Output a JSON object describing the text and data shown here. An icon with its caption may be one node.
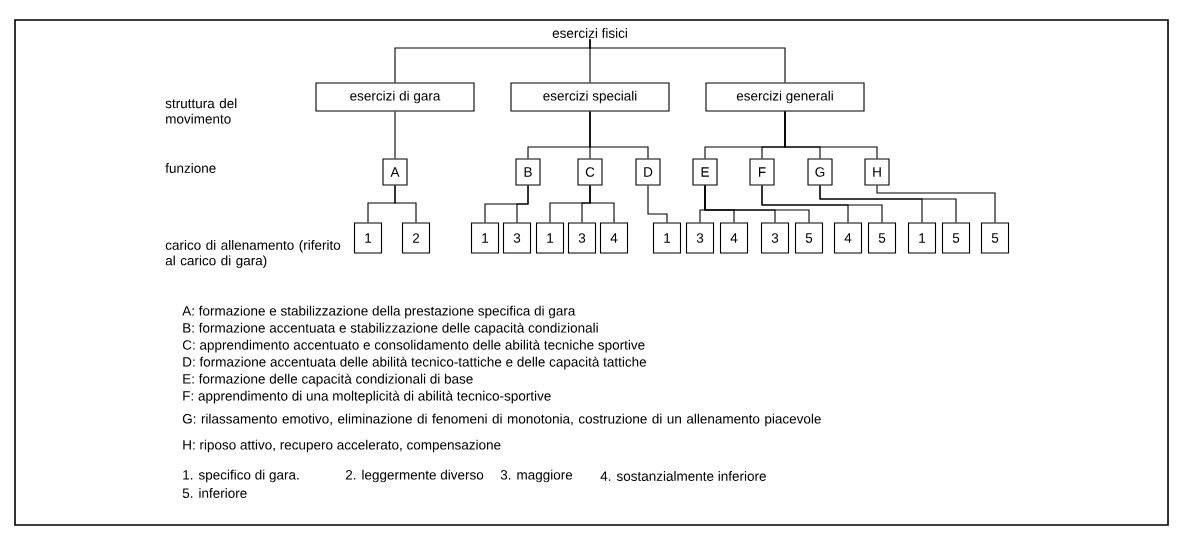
{
  "diagram": {
    "nodes": [
      {
        "text": [
          "esercizi fisici"
        ]
      },
      {
        "text": [
          "esercizi di gara"
        ]
      },
      {
        "text": [
          "esercizi speciali"
        ]
      },
      {
        "text": [
          "esercizi generali"
        ]
      },
      {
        "text": [
          "A"
        ]
      },
      {
        "text": [
          "B"
        ]
      },
      {
        "text": [
          "C"
        ]
      },
      {
        "text": [
          "D"
        ]
      },
      {
        "text": [
          "E"
        ]
      },
      {
        "text": [
          "F"
        ]
      },
      {
        "text": [
          "G"
        ]
      },
      {
        "text": [
          "H"
        ]
      },
      {
        "text": [
          "1"
        ]
      },
      {
        "text": [
          "2"
        ]
      },
      {
        "text": [
          "1"
        ]
      },
      {
        "text": [
          "3"
        ]
      },
      {
        "text": [
          "1"
        ]
      },
      {
        "text": [
          "3"
        ]
      },
      {
        "text": [
          "4"
        ]
      },
      {
        "text": [
          "1"
        ]
      },
      {
        "text": [
          "3"
        ]
      },
      {
        "text": [
          "4"
        ]
      },
      {
        "text": [
          "3"
        ]
      },
      {
        "text": [
          "5"
        ]
      },
      {
        "text": [
          "4"
        ]
      },
      {
        "text": [
          "5"
        ]
      },
      {
        "text": [
          "1"
        ]
      },
      {
        "text": [
          "5"
        ]
      },
      {
        "text": [
          "5"
        ]
      }
    ],
    "edges": [
      {
        "from": 0,
        "to": 1,
        "arrow": "none"
      },
      {
        "from": 0,
        "to": 2,
        "arrow": "none"
      },
      {
        "from": 0,
        "to": 3,
        "arrow": "none"
      },
      {
        "from": 1,
        "to": 4,
        "arrow": "none"
      },
      {
        "from": 2,
        "to": 5,
        "arrow": "none"
      },
      {
        "from": 2,
        "to": 6,
        "arrow": "none"
      },
      {
        "from": 2,
        "to": 7,
        "arrow": "none"
      },
      {
        "from": 3,
        "to": 8,
        "arrow": "none"
      },
      {
        "from": 3,
        "to": 9,
        "arrow": "none"
      },
      {
        "from": 3,
        "to": 10,
        "arrow": "none"
      },
      {
        "from": 3,
        "to": 11,
        "arrow": "none"
      },
      {
        "from": 4,
        "to": 12,
        "arrow": "none"
      },
      {
        "from": 4,
        "to": 13,
        "arrow": "none"
      },
      {
        "from": 5,
        "to": 14,
        "arrow": "none"
      },
      {
        "from": 5,
        "to": 15,
        "arrow": "none"
      },
      {
        "from": 6,
        "to": 16,
        "arrow": "none"
      },
      {
        "from": 6,
        "to": 17,
        "arrow": "none"
      },
      {
        "from": 6,
        "to": 18,
        "arrow": "none"
      },
      {
        "from": 7,
        "to": 19,
        "arrow": "none"
      },
      {
        "from": 8,
        "to": 20,
        "arrow": "none"
      },
      {
        "from": 8,
        "to": 21,
        "arrow": "none"
      },
      {
        "from": 8,
        "to": 22,
        "arrow": "none"
      },
      {
        "from": 8,
        "to": 23,
        "arrow": "none"
      },
      {
        "from": 9,
        "to": 24,
        "arrow": "none"
      },
      {
        "from": 9,
        "to": 25,
        "arrow": "none"
      },
      {
        "from": 10,
        "to": 26,
        "arrow": "none"
      },
      {
        "from": 10,
        "to": 27,
        "arrow": "none"
      },
      {
        "from": 11,
        "to": 28,
        "arrow": "none"
      }
    ],
    "labels": [
      "struttura del movimento",
      "funzione",
      "carico di allenamento (riferito al carico di gara)",
      "A: formazione e stabilizzazione della prestazione specifica di gara",
      "B: formazione accentuata e stabilizzazione delle capacità condizionali",
      "C: apprendimento accentuato e consolidamento delle abilità tecniche sportive",
      "D: formazione accentuata delle abilità tecnico-tattiche e delle capacità tattiche",
      "E: formazione delle capacità condizionali di base",
      "F: apprendimento di una molteplicità di abilità tecnico-sportive",
      "G: rilassamento emotivo, eliminazione di fenomeni di monotonia, costruzione di un allenamento piacevole",
      "H: riposo attivo, recupero accelerato, compensazione",
      "1. specifico di gara.",
      "2. leggermente diverso",
      "3. maggiore",
      "4. sostanzialmente inferiore",
      "5. inferiore"
    ]
  }
}
